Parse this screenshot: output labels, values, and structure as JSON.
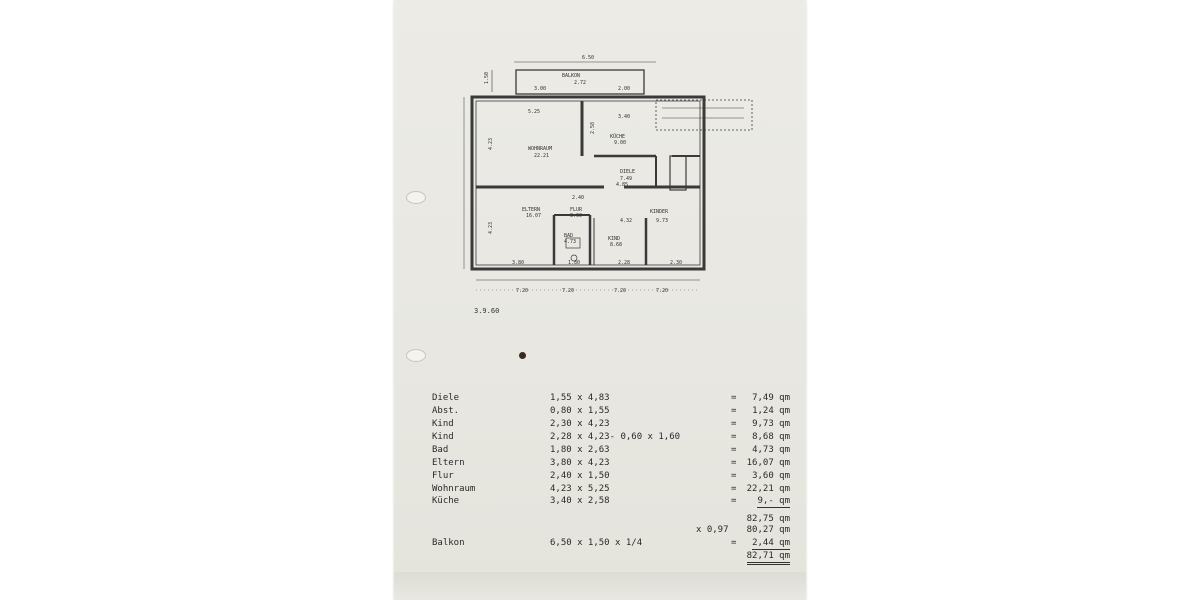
{
  "floorplan": {
    "top_dim": "6.50",
    "side_dim": "1.50",
    "balcony": {
      "label": "BALKON",
      "area": "2.72",
      "dim_left": "3.00",
      "dim_right": "2.00"
    },
    "rooms": [
      {
        "label": "WOHNRAUM",
        "area": "22.21",
        "dim": "5.25",
        "side": "4.23"
      },
      {
        "label": "KÜCHE",
        "area": "9.00",
        "dim": "3.40",
        "side": "2.58"
      },
      {
        "label": "DIELE",
        "area": "7.49",
        "dim": "4.85"
      },
      {
        "label": "ELTERN",
        "area": "16.07",
        "side": "4.23",
        "dim": "3.80"
      },
      {
        "label": "FLUR",
        "area": "3.60",
        "dim": "2.40"
      },
      {
        "label": "BAD",
        "area": "4.73",
        "dim": "1.80"
      },
      {
        "label": "KINDER",
        "area": "9.73",
        "dim": "2.30",
        "extra": "4.32"
      },
      {
        "label": "KIND",
        "area": "8.68",
        "dim": "2.28"
      }
    ],
    "bottom_dims": [
      "7.20",
      "7.20",
      "7.20",
      "7.20"
    ],
    "total_label": "3.9.60"
  },
  "calculation": {
    "rows": [
      {
        "label": "Diele",
        "dims": "1,55 x 4,83",
        "eq": "=",
        "value": "7,49 qm"
      },
      {
        "label": "Abst.",
        "dims": "0,80 x 1,55",
        "eq": "=",
        "value": "1,24 qm"
      },
      {
        "label": "Kind",
        "dims": "2,30 x 4,23",
        "eq": "=",
        "value": "9,73 qm"
      },
      {
        "label": "Kind",
        "dims": "2,28 x 4,23- 0,60 x 1,60",
        "eq": "=",
        "value": "8,68 qm"
      },
      {
        "label": "Bad",
        "dims": "1,80 x 2,63",
        "eq": "=",
        "value": "4,73 qm"
      },
      {
        "label": "Eltern",
        "dims": "3,80 x 4,23",
        "eq": "=",
        "value": "16,07 qm"
      },
      {
        "label": "Flur",
        "dims": "2,40 x 1,50",
        "eq": "=",
        "value": "3,60 qm"
      },
      {
        "label": "Wohnraum",
        "dims": "4,23 x 5,25",
        "eq": "=",
        "value": "22,21 qm"
      },
      {
        "label": "Küche",
        "dims": "3,40 x 2,58",
        "eq": "=",
        "value": "9,- qm"
      }
    ],
    "subtotal": "82,75 qm",
    "factor": "x 0,97",
    "reduced": "80,27 qm",
    "balcony": {
      "label": "Balkon",
      "dims": "6,50 x 1,50 x 1/4",
      "eq": "=",
      "value": "2,44 qm"
    },
    "total": "82,71 qm"
  }
}
